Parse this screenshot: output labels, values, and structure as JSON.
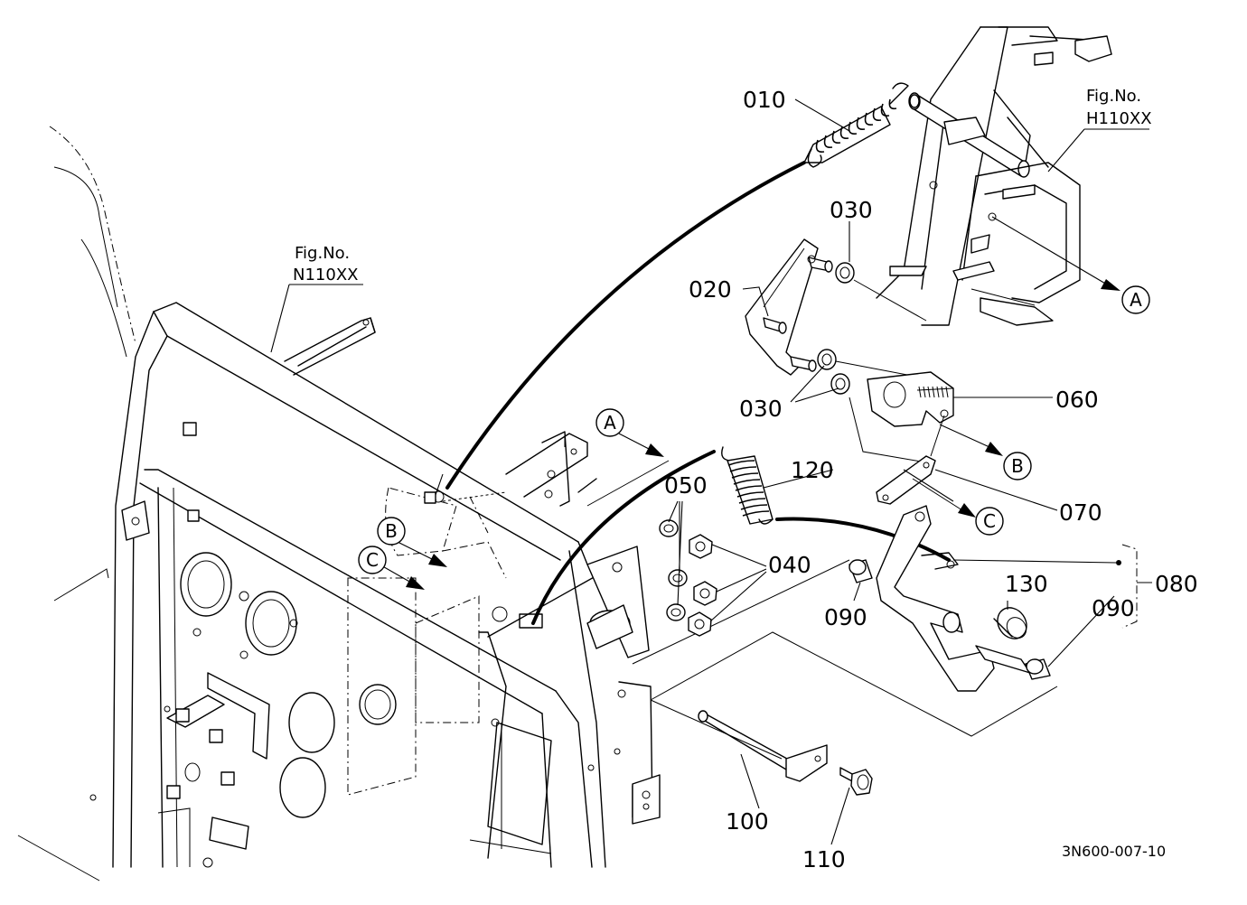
{
  "parts": {
    "p010": "010",
    "p020": "020",
    "p030a": "030",
    "p030b": "030",
    "p040": "040",
    "p050": "050",
    "p060": "060",
    "p070": "070",
    "p080": "080",
    "p090a": "090",
    "p090b": "090",
    "p100": "100",
    "p110": "110",
    "p120": "120",
    "p130": "130"
  },
  "refs": {
    "a1": "A",
    "a2": "A",
    "b1": "B",
    "b2": "B",
    "c1": "C",
    "c2": "C"
  },
  "figures": {
    "left_fig_label": "Fig.No.",
    "left_fig_number": "N110XX",
    "right_fig_label": "Fig.No.",
    "right_fig_number": "H110XX"
  },
  "drawing_code": "3N600-007-10"
}
